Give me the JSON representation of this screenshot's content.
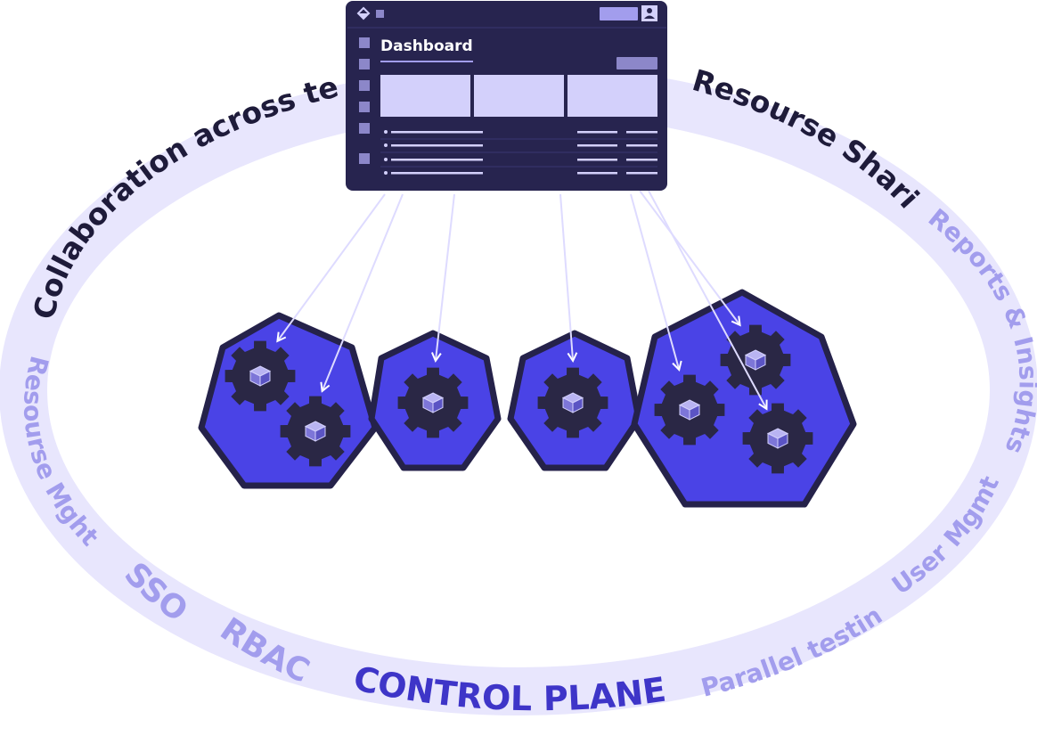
{
  "dashboard": {
    "title": "Dashboard"
  },
  "ring_labels": {
    "collaboration": "Collaboration across teams",
    "resource_sharing": "Resourse Sharing",
    "reports": "Reports & Insights",
    "resource_mgmt": "Resourse Mght",
    "user_mgmt": "User Mgmt",
    "sso": "SSO",
    "rbac": "RBAC",
    "control_plane": "CONTROL PLANE",
    "parallel_testing": "Parallel testing"
  },
  "colors": {
    "ring": "#e8e6fd",
    "label_dark": "#1e1b3a",
    "label_light": "#a29ded",
    "label_primary": "#3e35c8",
    "dashboard_bg": "#27244f",
    "dashboard_panel": "#d3d0fb",
    "cluster_fill": "#4a43e6",
    "cluster_stroke": "#25224a",
    "gear": "#2a2745",
    "arrow": "#dedbff"
  },
  "icons": [
    "logo-icon",
    "user-icon",
    "gear-icon",
    "cube-icon"
  ]
}
